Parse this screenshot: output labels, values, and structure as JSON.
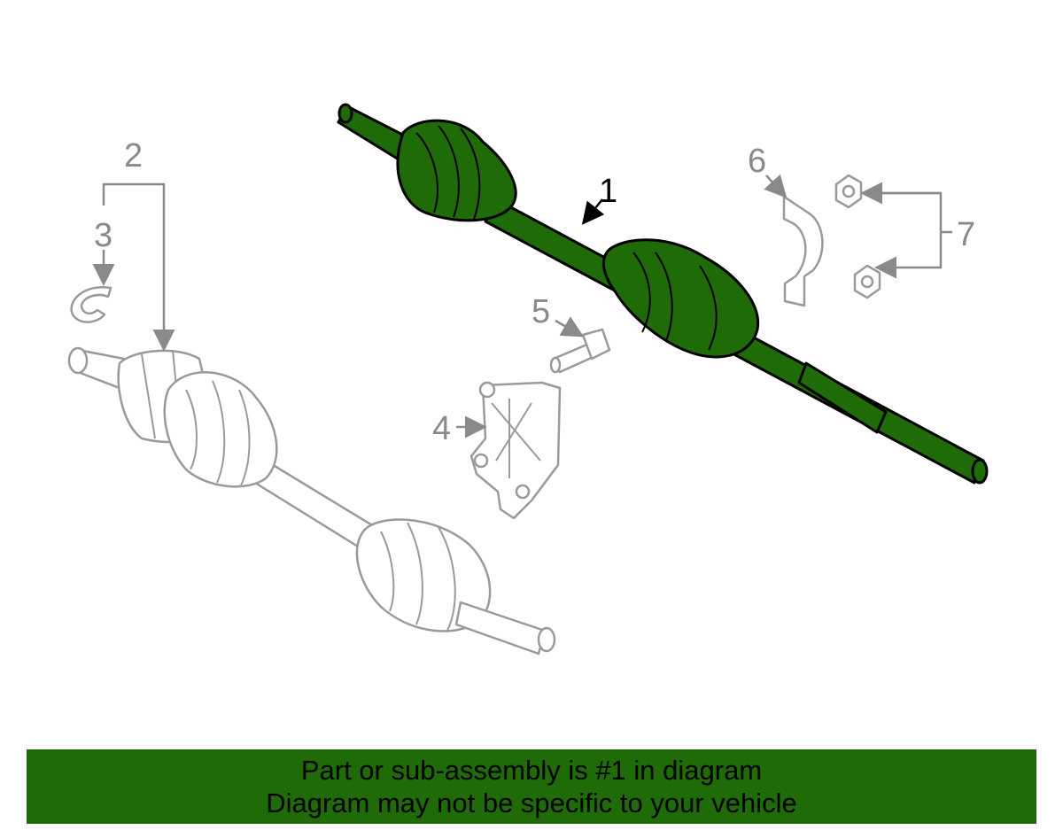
{
  "callouts": {
    "c1": "1",
    "c2": "2",
    "c3": "3",
    "c4": "4",
    "c5": "5",
    "c6": "6",
    "c7": "7"
  },
  "highlight_color": "#1e6b07",
  "banner": {
    "line1": "Part or sub-assembly is #1 in diagram",
    "line2": "Diagram may not be specific to your vehicle"
  }
}
